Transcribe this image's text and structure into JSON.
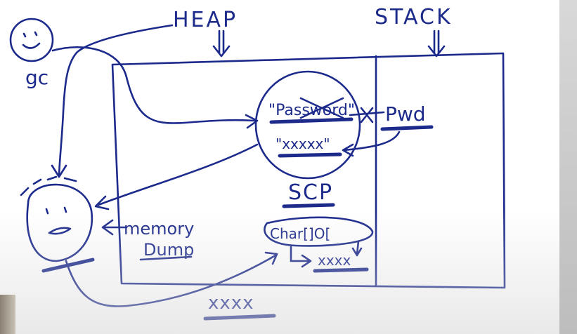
{
  "labels": {
    "heap": "HEAP",
    "stack": "STACK",
    "gc": "gc",
    "password_literal": "\"Password\"",
    "masked_literal": "\"xxxxx\"",
    "pwd": "Pwd",
    "scp": "SCP",
    "char_array": "Char[]O[",
    "char_array_value": "xxxx",
    "memory": "memory",
    "dump": "Dump",
    "bottom_value": "xxxx"
  },
  "colors": {
    "ink": "#1c2a8c",
    "background": "#ffffff"
  }
}
